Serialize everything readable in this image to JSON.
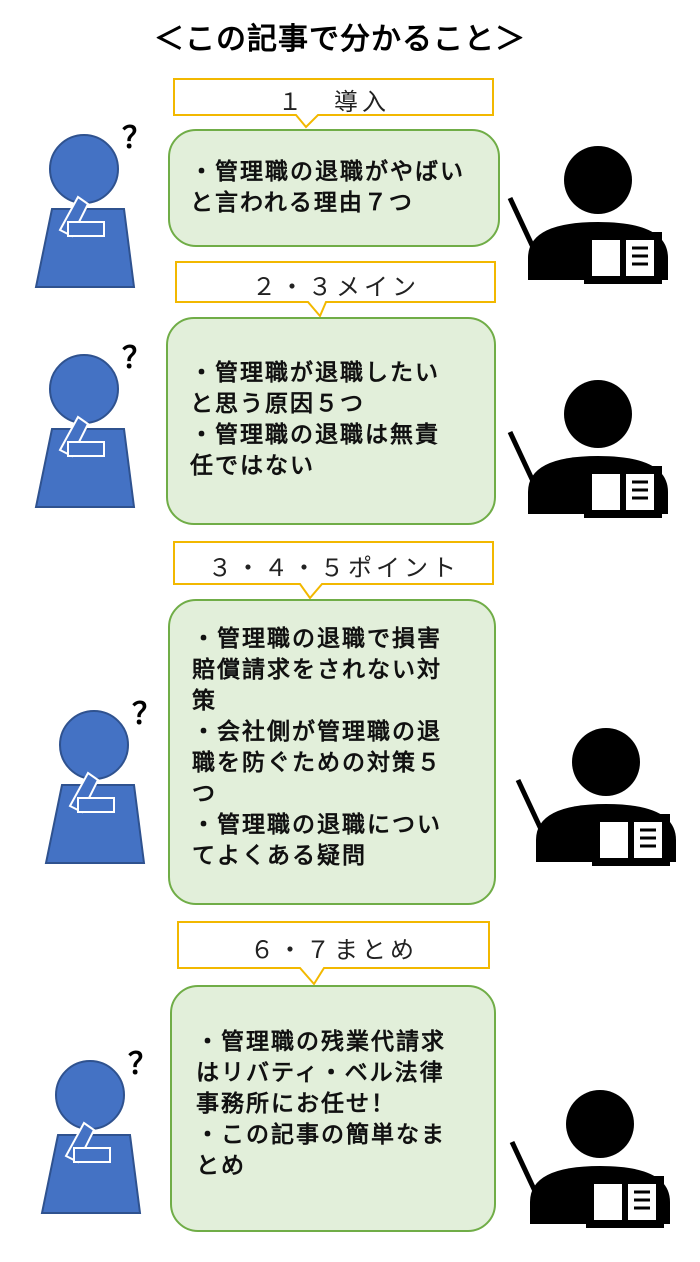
{
  "title": "＜この記事で分かること＞",
  "sections": [
    {
      "label": "１　導入",
      "lines": [
        "・管理職の退職がやばい",
        "と言われる理由７つ"
      ]
    },
    {
      "label": "２・３メイン",
      "lines": [
        "・管理職が退職したい",
        "と思う原因５つ",
        "・管理職の退職は無責",
        "任ではない"
      ]
    },
    {
      "label": "３・４・５ポイント",
      "lines": [
        "・管理職の退職で損害",
        "賠償請求をされない対",
        "策",
        "・会社側が管理職の退",
        "職を防ぐための対策５",
        "つ",
        "・管理職の退職につい",
        "てよくある疑問"
      ]
    },
    {
      "label": "６・７まとめ",
      "lines": [
        "・管理職の残業代請求",
        "はリバティ・ベル法律",
        "事務所にお任せ！",
        "・この記事の簡単なま",
        "とめ"
      ]
    }
  ],
  "colors": {
    "callout_border": "#f2b800",
    "bubble_fill": "#e2efda",
    "bubble_border": "#70ad47",
    "person_blue": "#4472c4",
    "person_blue_border": "#2f528f",
    "teacher": "#000000"
  },
  "icons": {
    "student": "thinking-person-icon",
    "question": "question-mark-icon",
    "teacher": "teacher-with-book-icon"
  },
  "question_mark": "？"
}
